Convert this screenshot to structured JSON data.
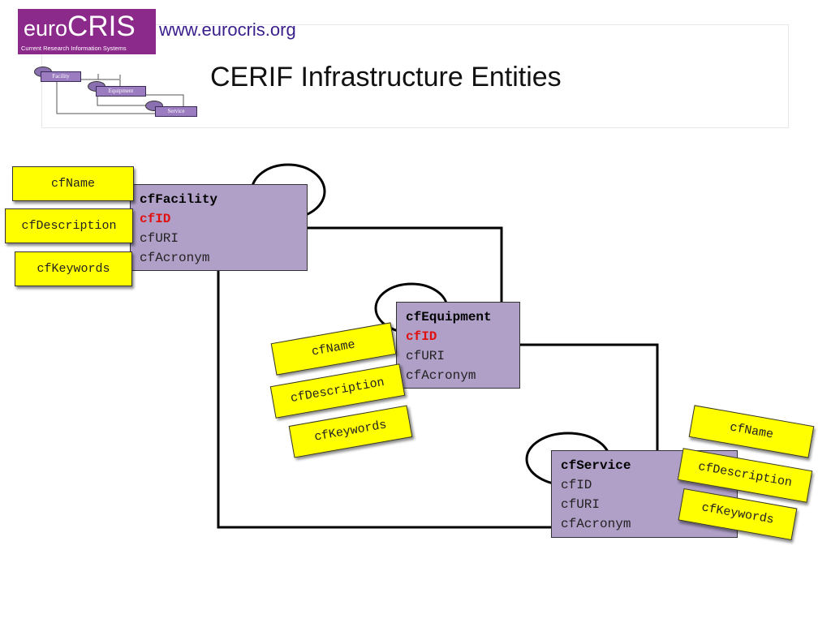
{
  "header": {
    "logo_euro": "euro",
    "logo_cris": "CRIS",
    "logo_subtitle": "Current Research Information Systems",
    "url": "www.eurocris.org",
    "title": "CERIF Infrastructure Entities"
  },
  "mini_diagram": {
    "facility": "Facility",
    "equipment": "Equipment",
    "service": "Service"
  },
  "entities": {
    "facility": {
      "name": "cfFacility",
      "id": "cfID",
      "uri": "cfURI",
      "acronym": "cfAcronym"
    },
    "equipment": {
      "name": "cfEquipment",
      "id": "cfID",
      "uri": "cfURI",
      "acronym": "cfAcronym"
    },
    "service": {
      "name": "cfService",
      "id": "cfID",
      "uri": "cfURI",
      "acronym": "cfAcronym"
    }
  },
  "attributes": {
    "facility": {
      "name": "cfName",
      "description": "cfDescription",
      "keywords": "cfKeywords"
    },
    "equipment": {
      "name": "cfName",
      "description": "cfDescription",
      "keywords": "cfKeywords"
    },
    "service": {
      "name": "cfName",
      "description": "cfDescription",
      "keywords": "cfKeywords"
    }
  },
  "colors": {
    "logo_bg": "#8c2a8c",
    "entity_fill": "#b0a0c8",
    "attribute_fill": "#ffff00",
    "primary_key": "#e01010"
  }
}
